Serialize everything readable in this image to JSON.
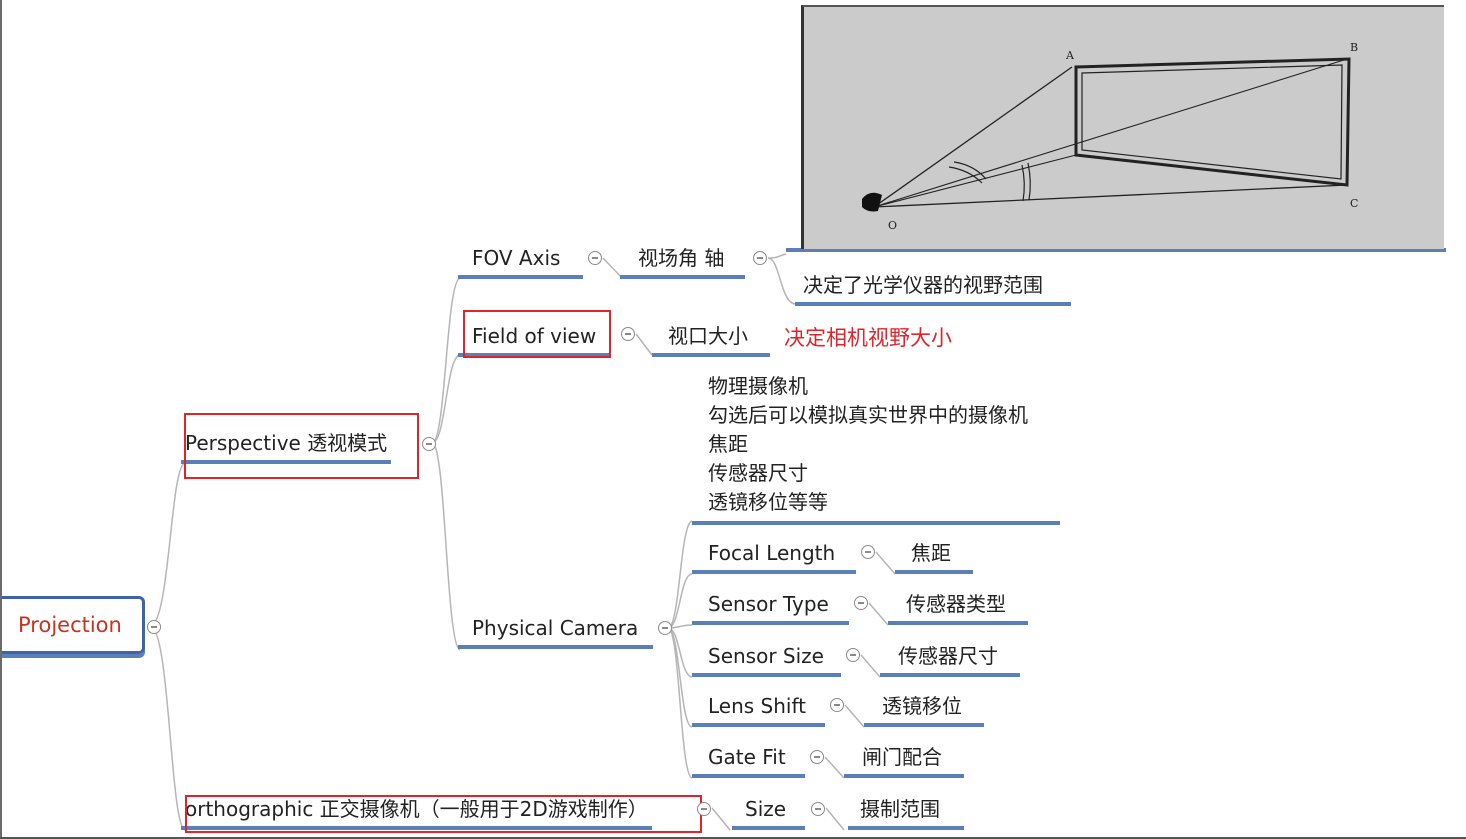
{
  "root": {
    "label": "Projection"
  },
  "perspective": {
    "label": "Perspective 透视模式"
  },
  "orthographic": {
    "label": "orthographic 正交摄像机（一般用于2D游戏制作）"
  },
  "fov_axis": {
    "label": "FOV Axis",
    "child": "视场角 轴",
    "note": "决定了光学仪器的视野范围"
  },
  "field_of_view": {
    "label": "Field of view",
    "child": "视口大小",
    "annotation": "决定相机视野大小"
  },
  "physical_camera": {
    "label": "Physical Camera",
    "notes": [
      "物理摄像机",
      "勾选后可以模拟真实世界中的摄像机",
      "焦距",
      "传感器尺寸",
      "透镜移位等等"
    ],
    "items": [
      {
        "label": "Focal Length",
        "child": "焦距"
      },
      {
        "label": "Sensor Type",
        "child": "传感器类型"
      },
      {
        "label": "Sensor Size",
        "child": "传感器尺寸"
      },
      {
        "label": "Lens Shift",
        "child": "透镜移位"
      },
      {
        "label": "Gate Fit",
        "child": "闸门配合"
      }
    ]
  },
  "size": {
    "label": "Size",
    "child": "摄制范围"
  },
  "figure": {
    "labels": {
      "a": "A",
      "b": "B",
      "c": "C",
      "o": "O"
    }
  },
  "colors": {
    "accent_line": "#5b7fb8",
    "root_border": "#3e63a8",
    "root_text": "#c8321f",
    "highlight_box": "#e0242b",
    "annotation": "#e0242b"
  }
}
